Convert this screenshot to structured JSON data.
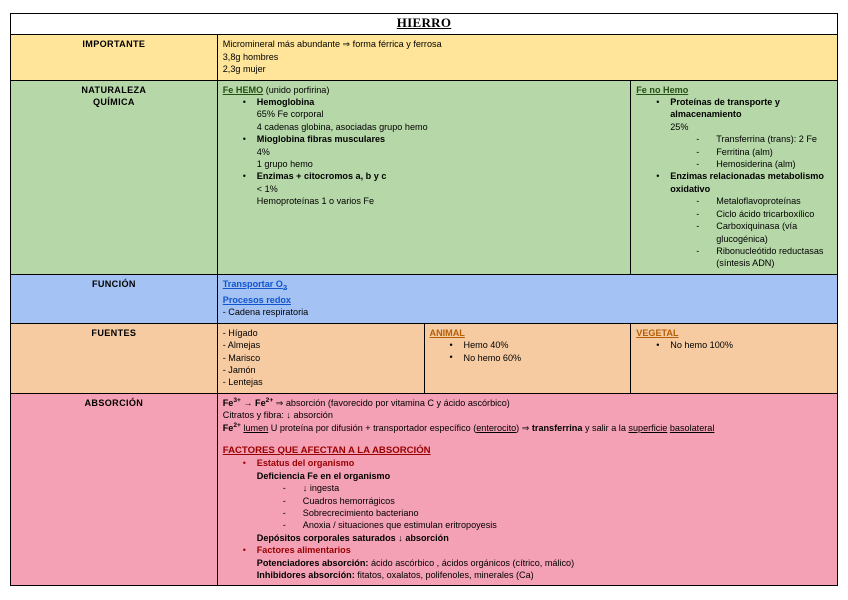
{
  "document": {
    "title": "HIERRO",
    "colors": {
      "yellow": "#ffe599",
      "green": "#b6d7a8",
      "blue": "#a4c2f4",
      "orange": "#f6cba2",
      "pink": "#f4a0b5",
      "heading_green": "#274e13",
      "heading_blue": "#1155cc",
      "heading_orange": "#b45f06",
      "heading_red": "#990000"
    }
  },
  "rows": {
    "importante": {
      "label": "IMPORTANTE",
      "lines": [
        "Micromineral más abundante ⇒ forma férrica y ferrosa",
        "3,8g hombres",
        "2,3g mujer"
      ]
    },
    "naturaleza": {
      "label_line1": "NATURALEZA",
      "label_line2": "QUÍMICA",
      "hemo": {
        "heading": "Fe HEMO",
        "heading_note": "(unido porfirina)",
        "items": [
          {
            "title": "Hemoglobina",
            "details": [
              "65% Fe corporal",
              "4 cadenas globina, asociadas grupo hemo"
            ]
          },
          {
            "title": "Mioglobina fibras musculares",
            "details": [
              "4%",
              "1 grupo hemo"
            ]
          },
          {
            "title": "Enzimas + citocromos a, b y c",
            "details": [
              "< 1%",
              "Hemoproteínas 1 o varios Fe"
            ]
          }
        ]
      },
      "no_hemo": {
        "heading": "Fe no Hemo",
        "items": [
          {
            "title": "Proteínas de transporte y almacenamiento",
            "percent": "25%",
            "subitems": [
              "Transferrina (trans): 2 Fe",
              "Ferritina (alm)",
              "Hemosiderina (alm)"
            ]
          },
          {
            "title": "Enzimas relacionadas metabolismo oxidativo",
            "percent": "",
            "subitems": [
              "Metaloflavoproteínas",
              "Ciclo ácido tricarboxílico",
              "Carboxiquinasa (vía glucogénica)",
              "Ribonucleótido reductasas (síntesis ADN)"
            ]
          }
        ]
      }
    },
    "funcion": {
      "label": "FUNCIÓN",
      "link1": "Transportar O",
      "link1_sub": "2",
      "link2": "Procesos redox",
      "plain": "- Cadena respiratoria"
    },
    "fuentes": {
      "label": "FUENTES",
      "list": [
        "- Hígado",
        "- Almejas",
        "- Marisco",
        "- Jamón",
        "- Lentejas"
      ],
      "animal": {
        "heading": "ANIMAL",
        "items": [
          "Hemo 40%",
          "No hemo 60%"
        ]
      },
      "vegetal": {
        "heading": "VEGETAL",
        "items": [
          "No hemo 100%"
        ]
      }
    },
    "absorcion": {
      "label": "ABSORCIÓN",
      "intro": {
        "line1_a": "Fe",
        "line1_sup1": "3+",
        "line1_b": " → Fe",
        "line1_sup2": "2+",
        "line1_c": " ⇒ absorción (favorecido por vitamina C y ácido ascórbico)",
        "line2": "Citratos y fibra: ↓ absorción",
        "line3_a": "Fe",
        "line3_sup": "2+",
        "line3_lumen": "lumen",
        "line3_b": " U proteína por difusión + transportador específico (",
        "line3_enterocito": "enterocito",
        "line3_c": ") ⇒ ",
        "line3_transferrina": "transferrina",
        "line3_d": " y salir a la ",
        "line3_superficie": "superficie",
        "line3_e": " ",
        "line3_basolateral": "basolateral"
      },
      "factores_heading": "FACTORES QUE AFECTAN A LA ABSORCIÓN",
      "bullet1": {
        "title": "Estatus del organismo",
        "sub_bold": "Deficiencia Fe en el organismo",
        "dashes": [
          "↓ ingesta",
          "Cuadros hemorrágicos",
          "Sobrecrecimiento bacteriano",
          "Anoxia / situaciones que estimulan eritropoyesis"
        ],
        "closing": "Depósitos corporales saturados ↓ absorción"
      },
      "bullet2": {
        "title": "Factores alimentarios",
        "potenciadores_label": "Potenciadores absorción:",
        "potenciadores_text": " ácido ascórbico , ácidos orgánicos (cítrico, málico)",
        "inhibidores_label": "Inhibidores absorción:",
        "inhibidores_text": " fitatos, oxalatos, polifenoles, minerales (Ca)"
      }
    }
  }
}
